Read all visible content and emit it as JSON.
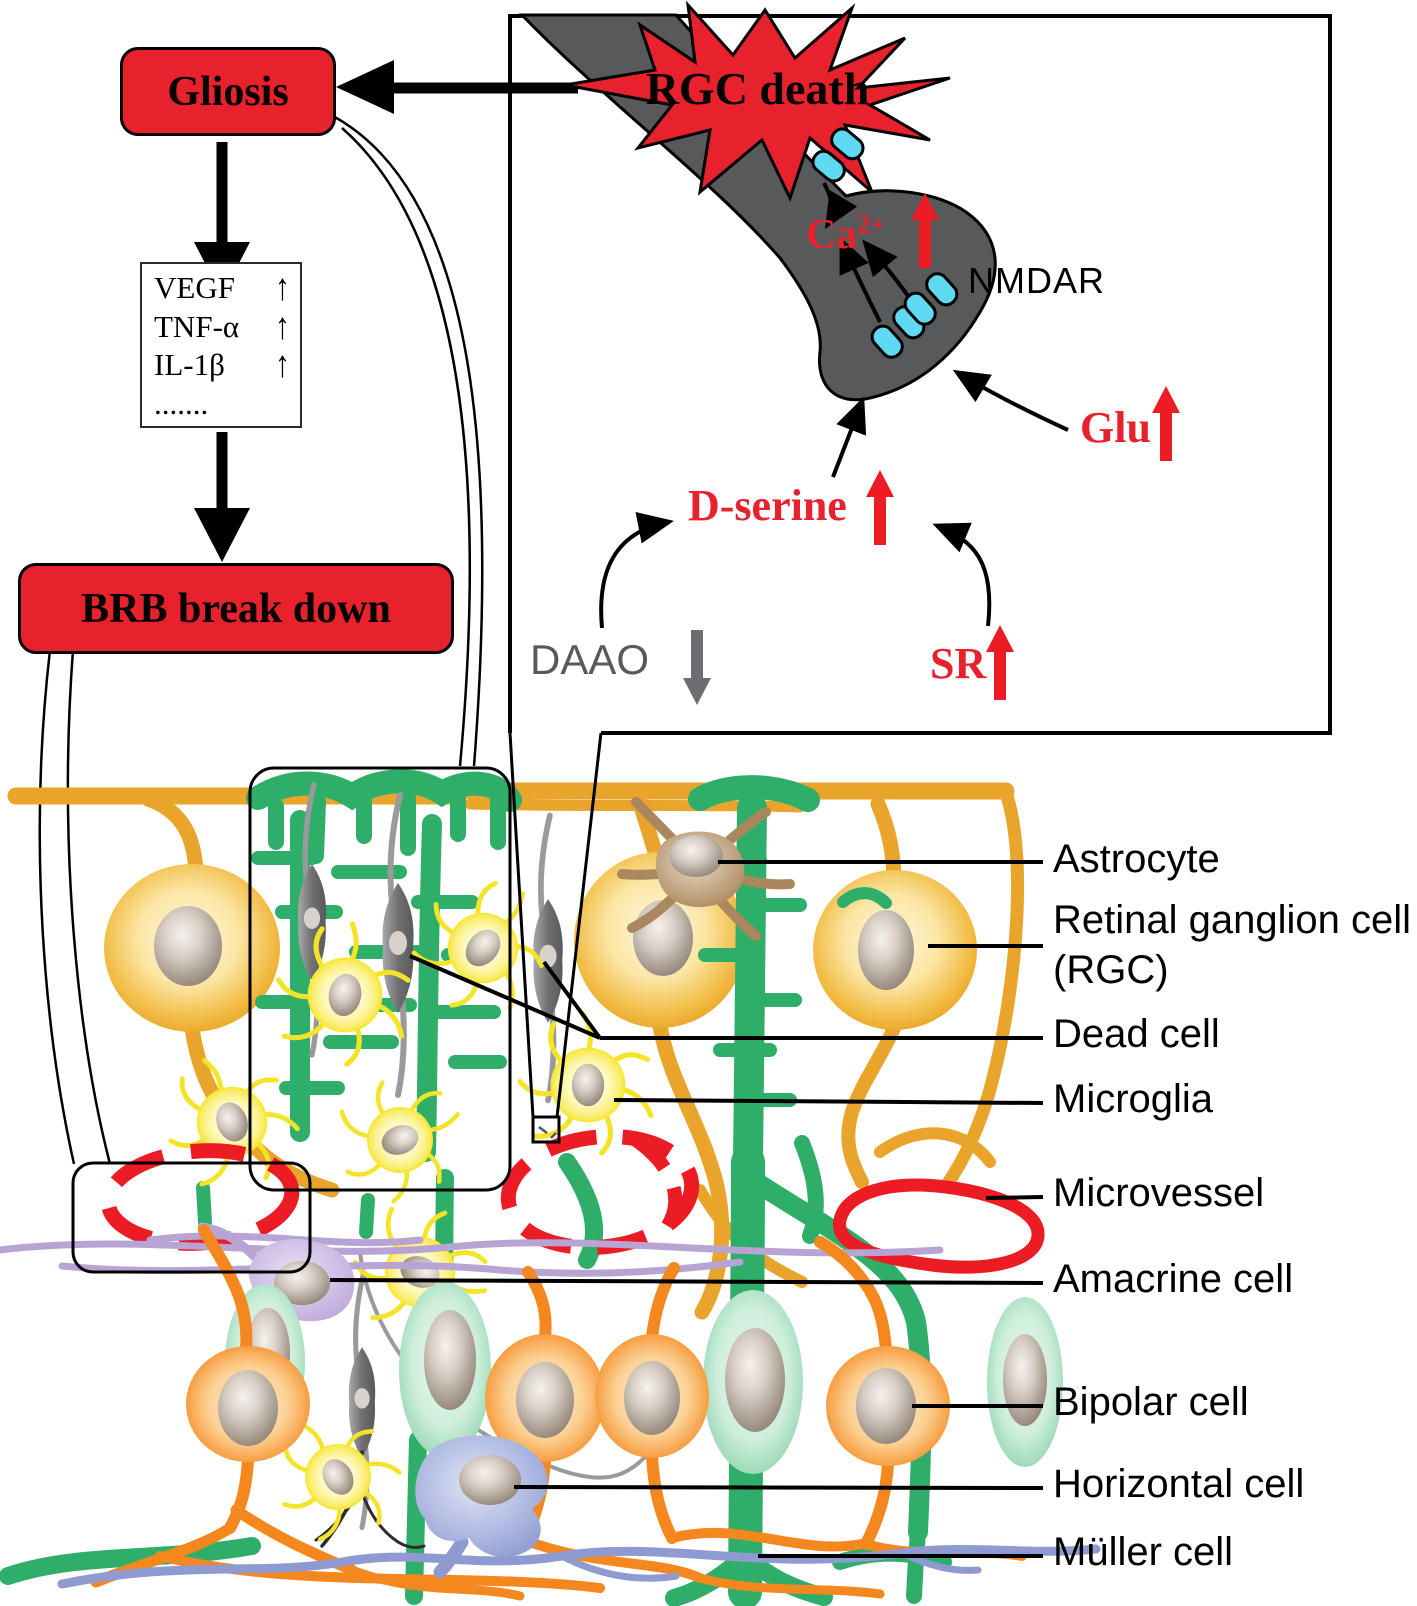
{
  "flow": {
    "gliosis": "Gliosis",
    "mediator_box": {
      "items": [
        {
          "name": "VEGF",
          "arrow": "↑"
        },
        {
          "name": "TNF-α",
          "arrow": "↑"
        },
        {
          "name": "IL-1β",
          "arrow": "↑"
        },
        {
          "name": ".......",
          "arrow": ""
        }
      ]
    },
    "brb": "BRB break down"
  },
  "inset": {
    "rgc_death": "RGC death",
    "ca": "Ca",
    "ca_sup": "2+",
    "ca_direction": "up",
    "nmdar": "NMDAR",
    "glu": "Glu",
    "glu_direction": "up",
    "d_serine": "D-serine",
    "d_serine_direction": "up",
    "daao": "DAAO",
    "daao_direction": "down",
    "sr": "SR",
    "sr_direction": "up"
  },
  "legend": {
    "astrocyte": "Astrocyte",
    "rgc_line1": "Retinal ganglion cell",
    "rgc_line2": "(RGC)",
    "dead_cell": "Dead cell",
    "microglia": "Microglia",
    "microvessel": "Microvessel",
    "amacrine": "Amacrine cell",
    "bipolar": "Bipolar cell",
    "horizontal": "Horizontal cell",
    "muller": "Müller cell"
  },
  "colors": {
    "red_accent": "#ec1c24",
    "box_red": "#e8222c",
    "dark_gray": "#58595b",
    "arrow_gray": "#6d6e71",
    "cyan_receptor": "#5ed9f1",
    "muller_green": "#2fae6a",
    "rgc_amber": "#e79f1f",
    "bipolar_orange": "#f5871f",
    "microglia_yellow": "#f6e62b",
    "muller_mint": "#bce5cf",
    "amacrine_lavender": "#b7a3d3",
    "horizontal_periwinkle": "#8f9ad2",
    "astrocyte_brown": "#b9946c"
  }
}
